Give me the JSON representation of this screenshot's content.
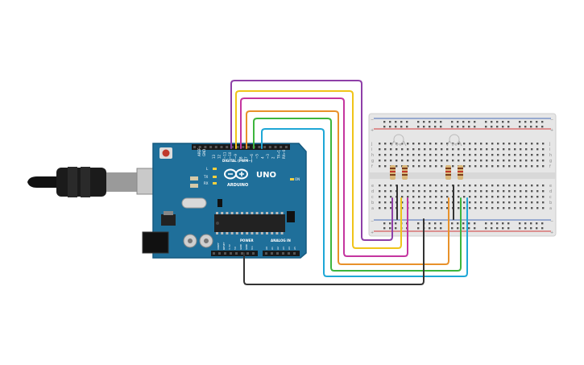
{
  "arduino": {
    "model": "UNO",
    "brand": "ARDUINO",
    "digital_header": "DIGITAL (PWM~)",
    "power_header": "POWER",
    "analog_header": "ANALOG IN",
    "led_l": "L",
    "led_tx": "TX",
    "led_rx": "RX",
    "led_on": "ON",
    "aref": "AREF",
    "gnd": "GND",
    "digital_pins": [
      "13",
      "12",
      "~11",
      "~10",
      "~9",
      "8",
      "7",
      "~6",
      "~5",
      "4",
      "~3",
      "2",
      "TX→1",
      "RX←0"
    ],
    "power_pins": [
      "IOREF",
      "RESET",
      "3.3V",
      "5V",
      "GND",
      "GND",
      "Vin"
    ],
    "analog_pins": [
      "A0",
      "A1",
      "A2",
      "A3",
      "A4",
      "A5"
    ]
  },
  "breadboard": {
    "row_letters_top": [
      "j",
      "i",
      "h",
      "g",
      "f"
    ],
    "row_letters_bottom": [
      "e",
      "d",
      "c",
      "b",
      "a"
    ],
    "rail_minus": "−",
    "rail_plus": "+"
  },
  "wires": [
    {
      "name": "purple",
      "color": "#8e3fa8"
    },
    {
      "name": "yellow",
      "color": "#f0c419"
    },
    {
      "name": "magenta",
      "color": "#c4359f"
    },
    {
      "name": "orange",
      "color": "#e8912a"
    },
    {
      "name": "green",
      "color": "#3db53d"
    },
    {
      "name": "cyan",
      "color": "#1ea7d6"
    },
    {
      "name": "black",
      "color": "#333333"
    }
  ],
  "colors": {
    "board": "#1f6f9a",
    "board_edge": "#155a80",
    "breadboard": "#e6e6e6",
    "rail_red": "#d23b3b",
    "rail_blue": "#4a6fb8"
  }
}
